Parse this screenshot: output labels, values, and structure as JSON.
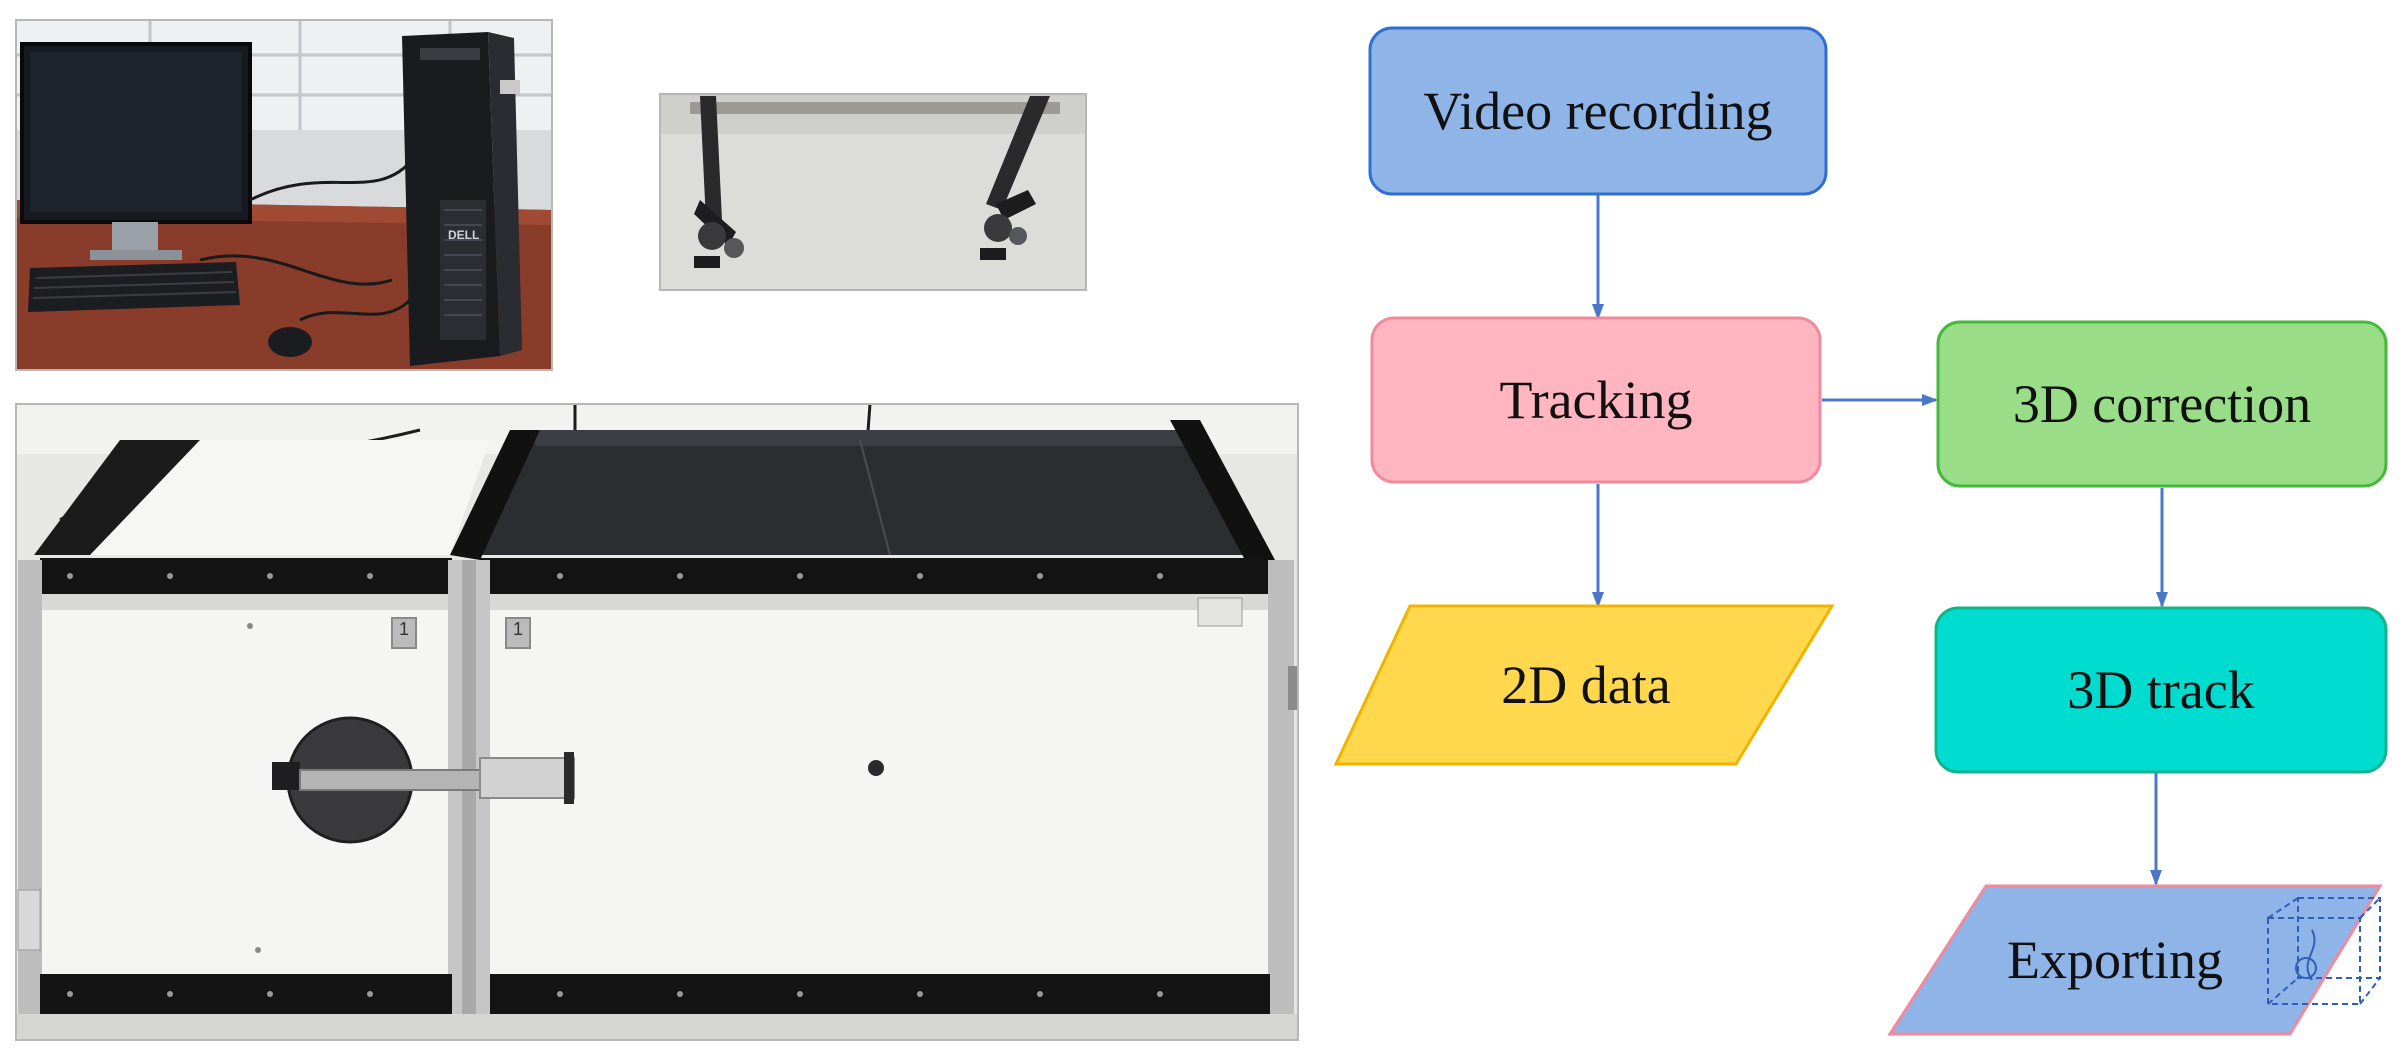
{
  "flowchart": {
    "nodes": {
      "video_recording": {
        "label": "Video recording",
        "shape": "rounded-rect",
        "color": "#8eb4e8",
        "border": "#2f6fd0"
      },
      "tracking": {
        "label": "Tracking",
        "shape": "rounded-rect",
        "color": "#ffb6c1",
        "border": "#f08a9c"
      },
      "correction_3d": {
        "label": "3D correction",
        "shape": "rounded-rect",
        "color": "#99dd88",
        "border": "#46b83c"
      },
      "data_2d": {
        "label": "2D data",
        "shape": "parallelogram",
        "color": "#ffd84d",
        "border": "#f0b400"
      },
      "track_3d": {
        "label": "3D track",
        "shape": "rounded-rect",
        "color": "#00dcd0",
        "border": "#12b48a"
      },
      "exporting": {
        "label": "Exporting",
        "shape": "parallelogram",
        "color": "#8eb4e8",
        "border": "#f08a9c"
      }
    },
    "edges": [
      {
        "from": "video_recording",
        "to": "tracking"
      },
      {
        "from": "tracking",
        "to": "data_2d"
      },
      {
        "from": "tracking",
        "to": "correction_3d"
      },
      {
        "from": "correction_3d",
        "to": "track_3d"
      },
      {
        "from": "track_3d",
        "to": "exporting"
      }
    ],
    "arrow_color": "#4a77c9"
  },
  "photos": {
    "computer": {
      "brand_label": "DELL"
    },
    "apparatus": {
      "tag_left": "1",
      "tag_right": "1"
    }
  }
}
